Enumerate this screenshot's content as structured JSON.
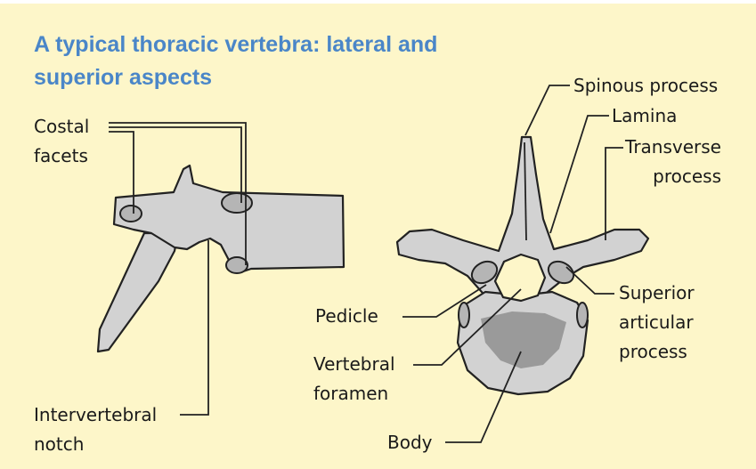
{
  "title": "A typical thoracic vertebra: lateral and superior aspects",
  "labels": {
    "costal_facets": [
      "Costal",
      "facets"
    ],
    "intervertebral_notch": [
      "Intervertebral",
      "notch"
    ],
    "spinous_process": "Spinous process",
    "lamina": "Lamina",
    "transverse_process": [
      "Transverse",
      "process"
    ],
    "superior_articular_process": [
      "Superior",
      "articular",
      "process"
    ],
    "pedicle": "Pedicle",
    "vertebral_foramen": [
      "Vertebral",
      "foramen"
    ],
    "body": "Body"
  },
  "colors": {
    "background": "#fdf6c9",
    "title": "#4a86c8",
    "bone": "#d2d2d2",
    "facet": "#b5b5b5",
    "body_center": "#9a9a9a"
  }
}
